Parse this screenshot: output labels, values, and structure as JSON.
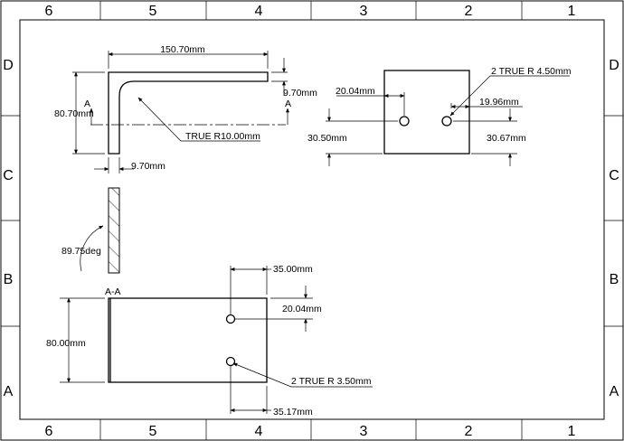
{
  "sheet": {
    "columns": [
      "6",
      "5",
      "4",
      "3",
      "2",
      "1"
    ],
    "rows": [
      "D",
      "C",
      "B",
      "A"
    ]
  },
  "front_view": {
    "width_dim": "150.70mm",
    "height_dim": "80.70mm",
    "thickness_top_dim": "9.70mm",
    "thickness_bottom_dim": "9.70mm",
    "radius_callout": "TRUE R10.00mm",
    "section_mark_left": "A",
    "section_mark_right": "A"
  },
  "top_view": {
    "dim_20_04": "20.04mm",
    "hole_callout": "2 TRUE R 4.50mm",
    "dim_19_96": "19.96mm",
    "dim_30_50": "30.50mm",
    "dim_30_67": "30.67mm"
  },
  "section_view": {
    "angle_dim": "89.75deg"
  },
  "bottom_view": {
    "section_label": "A-A",
    "height_dim": "80.00mm",
    "dim_35_00": "35.00mm",
    "dim_20_04": "20.04mm",
    "hole_callout": "2 TRUE R 3.50mm",
    "dim_35_17": "35.17mm"
  }
}
